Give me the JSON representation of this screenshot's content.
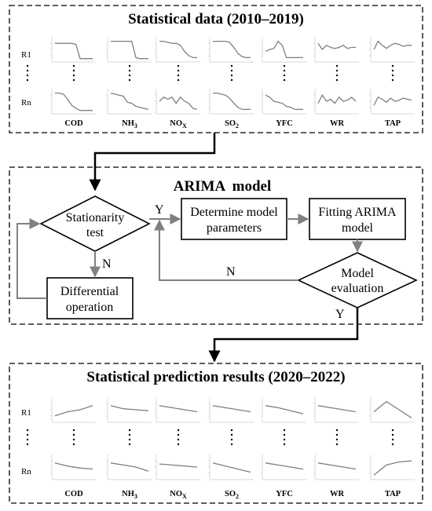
{
  "sections": {
    "top_title": "Statistical data (2010–2019)",
    "model_title": "ARIMA  model",
    "bottom_title": "Statistical prediction results (2020–2022)"
  },
  "rows": {
    "first": "R1",
    "last": "Rn"
  },
  "columns": [
    {
      "label": "COD"
    },
    {
      "label": "NH",
      "sub": "3"
    },
    {
      "label": "NO",
      "sub": "X"
    },
    {
      "label": "SO",
      "sub": "2"
    },
    {
      "label": "YFC"
    },
    {
      "label": "WR"
    },
    {
      "label": "TAP"
    }
  ],
  "flow": {
    "stationarity": [
      "Stationarity",
      "test"
    ],
    "differential": [
      "Differential",
      "operation"
    ],
    "determine": [
      "Determine model",
      "parameters"
    ],
    "fitting": [
      "Fitting ARIMA",
      "model"
    ],
    "evaluation": [
      "Model",
      "evaluation"
    ],
    "yes_label": "Y",
    "no_label": "N"
  },
  "colors": {
    "spark_line": "#7f7f7f",
    "spark_axis": "#d9d9d9",
    "flow_arrow": "#808080",
    "main_arrow": "#000000"
  },
  "sparklines": {
    "top_r1": [
      [
        0.2,
        0.2,
        0.2,
        0.2,
        0.2,
        0.25,
        0.95,
        0.95,
        0.95,
        0.95
      ],
      [
        0.1,
        0.1,
        0.1,
        0.1,
        0.1,
        0.1,
        0.9,
        0.95,
        0.95,
        0.95
      ],
      [
        0.1,
        0.1,
        0.15,
        0.2,
        0.2,
        0.3,
        0.6,
        0.8,
        0.9,
        0.9
      ],
      [
        0.1,
        0.1,
        0.1,
        0.1,
        0.15,
        0.4,
        0.7,
        0.85,
        0.9,
        0.9
      ],
      [
        0.6,
        0.5,
        0.45,
        0.1,
        0.3,
        0.9,
        0.9,
        0.9,
        0.9,
        0.9
      ],
      [
        0.2,
        0.5,
        0.3,
        0.4,
        0.45,
        0.4,
        0.3,
        0.45,
        0.4,
        0.4
      ],
      [
        0.5,
        0.1,
        0.3,
        0.45,
        0.3,
        0.2,
        0.25,
        0.35,
        0.3,
        0.3
      ]
    ],
    "top_rn": [
      [
        0.1,
        0.1,
        0.15,
        0.4,
        0.7,
        0.85,
        0.95,
        0.95,
        0.95,
        0.95
      ],
      [
        0.1,
        0.15,
        0.2,
        0.25,
        0.55,
        0.6,
        0.75,
        0.8,
        0.85,
        0.9
      ],
      [
        0.5,
        0.3,
        0.4,
        0.3,
        0.6,
        0.3,
        0.5,
        0.6,
        0.85,
        0.9
      ],
      [
        0.1,
        0.1,
        0.15,
        0.2,
        0.35,
        0.6,
        0.8,
        0.9,
        0.9,
        0.9
      ],
      [
        0.2,
        0.3,
        0.5,
        0.55,
        0.6,
        0.75,
        0.8,
        0.9,
        0.9,
        0.9
      ],
      [
        0.6,
        0.2,
        0.5,
        0.4,
        0.6,
        0.3,
        0.5,
        0.45,
        0.3,
        0.5
      ],
      [
        0.7,
        0.3,
        0.4,
        0.55,
        0.35,
        0.5,
        0.45,
        0.35,
        0.4,
        0.45
      ]
    ],
    "bottom_r1": [
      [
        0.8,
        0.6,
        0.5,
        0.3
      ],
      [
        0.3,
        0.45,
        0.5,
        0.55
      ],
      [
        0.3,
        0.4,
        0.5,
        0.6
      ],
      [
        0.3,
        0.4,
        0.5,
        0.6
      ],
      [
        0.3,
        0.4,
        0.55,
        0.7
      ],
      [
        0.3,
        0.4,
        0.5,
        0.6
      ],
      [
        0.6,
        0.1,
        0.5,
        0.9
      ]
    ],
    "bottom_rn": [
      [
        0.3,
        0.45,
        0.55,
        0.6
      ],
      [
        0.3,
        0.4,
        0.5,
        0.7
      ],
      [
        0.35,
        0.4,
        0.45,
        0.5
      ],
      [
        0.3,
        0.45,
        0.6,
        0.75
      ],
      [
        0.3,
        0.4,
        0.5,
        0.6
      ],
      [
        0.3,
        0.4,
        0.5,
        0.6
      ],
      [
        0.9,
        0.4,
        0.25,
        0.2
      ]
    ]
  }
}
